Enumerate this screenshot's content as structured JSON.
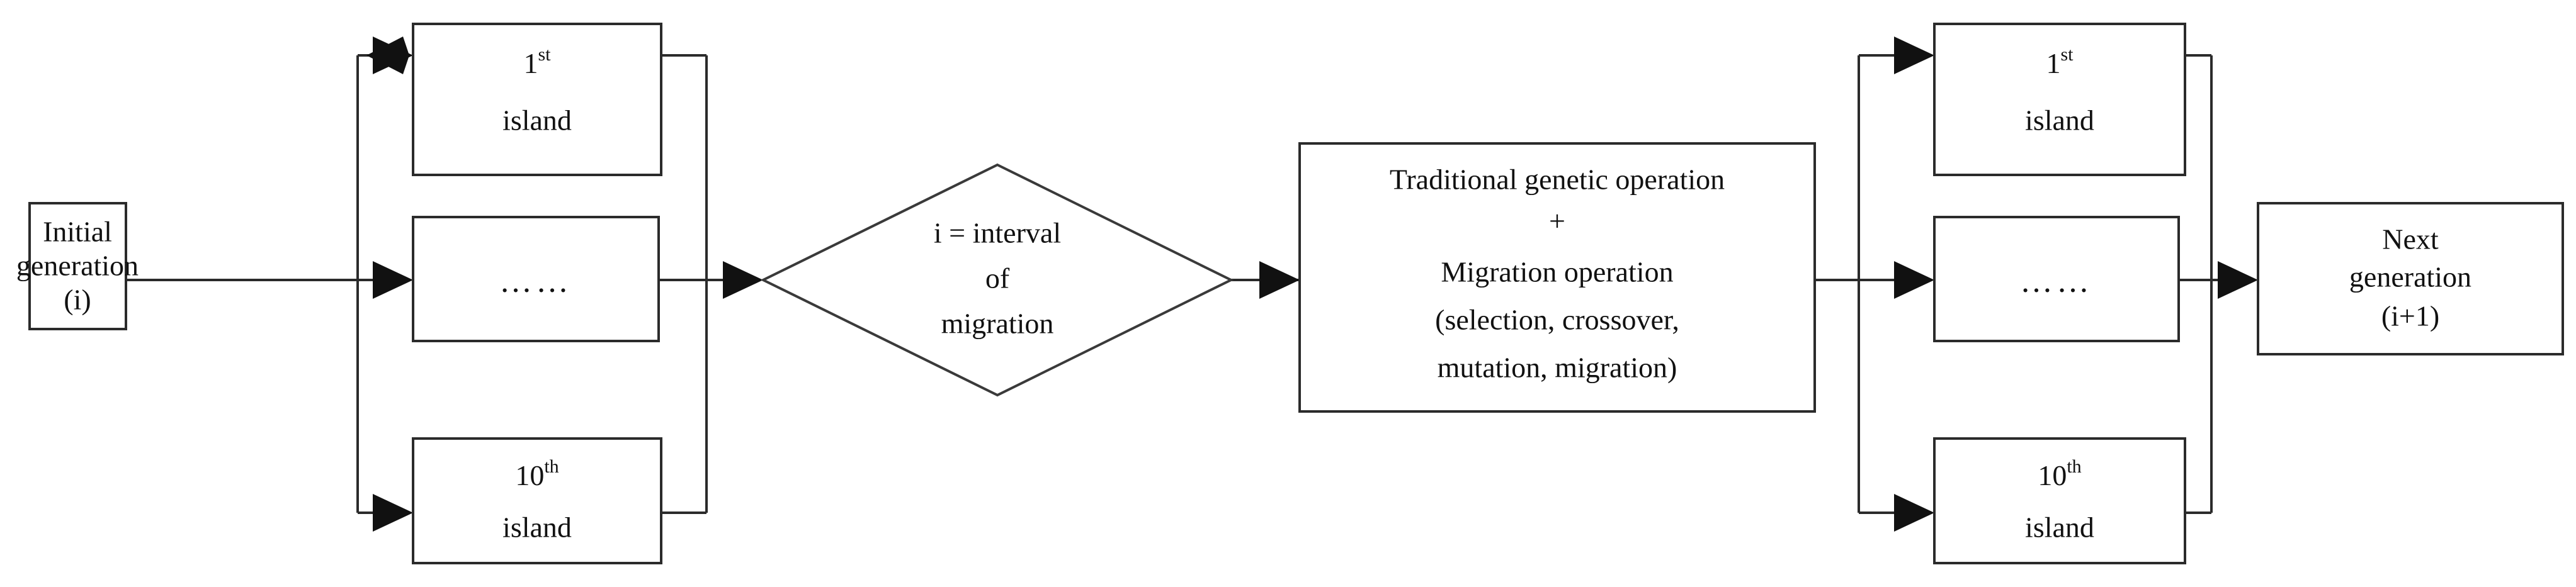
{
  "diagram": {
    "type": "flowchart",
    "title": "Island model genetic algorithm generation cycle",
    "colors": {
      "background": "#ffffff",
      "box_stroke": "#2b2b2b",
      "diamond_stroke": "#3a3a3a",
      "text": "#111111",
      "arrow_fill": "#111111"
    },
    "nodes": {
      "initial_generation": {
        "shape": "rectangle",
        "line1": "Initial",
        "line2": "generation",
        "line3": "(i)"
      },
      "left_island_first": {
        "shape": "rectangle",
        "ordinal_number": "1",
        "ordinal_suffix": "st",
        "line2": "island"
      },
      "left_island_middle": {
        "shape": "rectangle",
        "ellipsis": "……"
      },
      "left_island_tenth": {
        "shape": "rectangle",
        "ordinal_number": "10",
        "ordinal_suffix": "th",
        "line2": "island"
      },
      "decision_migration": {
        "shape": "diamond",
        "line1": "i = interval",
        "line2": "of",
        "line3": "migration"
      },
      "genetic_operation": {
        "shape": "rectangle",
        "line1": "Traditional  genetic  operation",
        "line2": "+",
        "line3": "Migration  operation",
        "line4": "(selection, crossover,",
        "line5": "mutation, migration)"
      },
      "right_island_first": {
        "shape": "rectangle",
        "ordinal_number": "1",
        "ordinal_suffix": "st",
        "line2": "island"
      },
      "right_island_middle": {
        "shape": "rectangle",
        "ellipsis": "……"
      },
      "right_island_tenth": {
        "shape": "rectangle",
        "ordinal_number": "10",
        "ordinal_suffix": "th",
        "line2": "island"
      },
      "next_generation": {
        "shape": "rectangle",
        "line1": "Next",
        "line2": "generation",
        "line3": "(i+1)"
      }
    },
    "edges": [
      {
        "from": "initial_generation",
        "to": "left_island_first",
        "style": "elbow-split"
      },
      {
        "from": "initial_generation",
        "to": "left_island_middle",
        "style": "straight"
      },
      {
        "from": "initial_generation",
        "to": "left_island_tenth",
        "style": "elbow-split"
      },
      {
        "from": "left_island_first",
        "to": "decision_migration",
        "style": "elbow-merge"
      },
      {
        "from": "left_island_middle",
        "to": "decision_migration",
        "style": "straight"
      },
      {
        "from": "left_island_tenth",
        "to": "decision_migration",
        "style": "elbow-merge"
      },
      {
        "from": "decision_migration",
        "to": "genetic_operation",
        "style": "straight"
      },
      {
        "from": "genetic_operation",
        "to": "right_island_first",
        "style": "elbow-split"
      },
      {
        "from": "genetic_operation",
        "to": "right_island_middle",
        "style": "straight"
      },
      {
        "from": "genetic_operation",
        "to": "right_island_tenth",
        "style": "elbow-split"
      },
      {
        "from": "right_island_first",
        "to": "next_generation",
        "style": "elbow-merge"
      },
      {
        "from": "right_island_middle",
        "to": "next_generation",
        "style": "straight"
      },
      {
        "from": "right_island_tenth",
        "to": "next_generation",
        "style": "elbow-merge"
      }
    ]
  }
}
